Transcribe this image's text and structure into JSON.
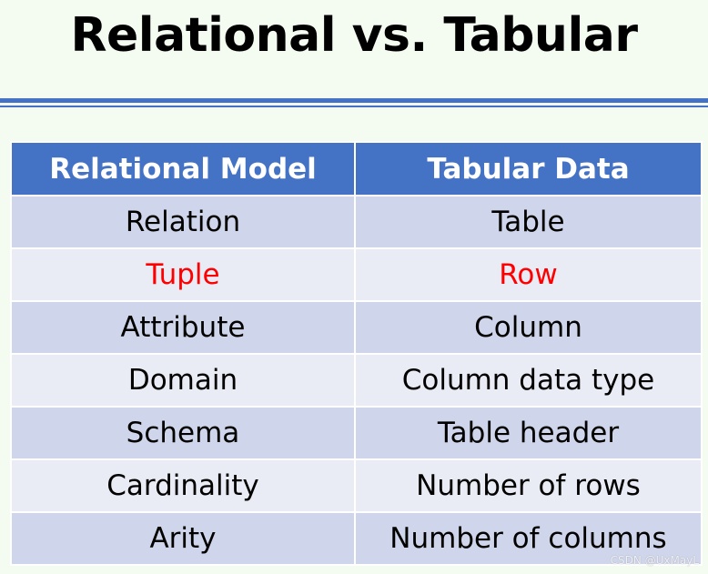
{
  "title": "Relational vs. Tabular",
  "table": {
    "headers": [
      "Relational Model",
      "Tabular Data"
    ],
    "rows": [
      {
        "relational": "Relation",
        "tabular": "Table"
      },
      {
        "relational": "Tuple",
        "tabular": "Row"
      },
      {
        "relational": "Attribute",
        "tabular": "Column"
      },
      {
        "relational": "Domain",
        "tabular": "Column data type"
      },
      {
        "relational": "Schema",
        "tabular": "Table header"
      },
      {
        "relational": "Cardinality",
        "tabular": "Number of rows"
      },
      {
        "relational": "Arity",
        "tabular": "Number of columns"
      }
    ]
  },
  "colors": {
    "header_bg": "#4472c4",
    "row_dark": "#cfd5ea",
    "row_light": "#e9ebf5",
    "highlight_text": "#ff0000",
    "background": "#f4fbf0"
  },
  "watermark": "CSDN @UxMayL"
}
